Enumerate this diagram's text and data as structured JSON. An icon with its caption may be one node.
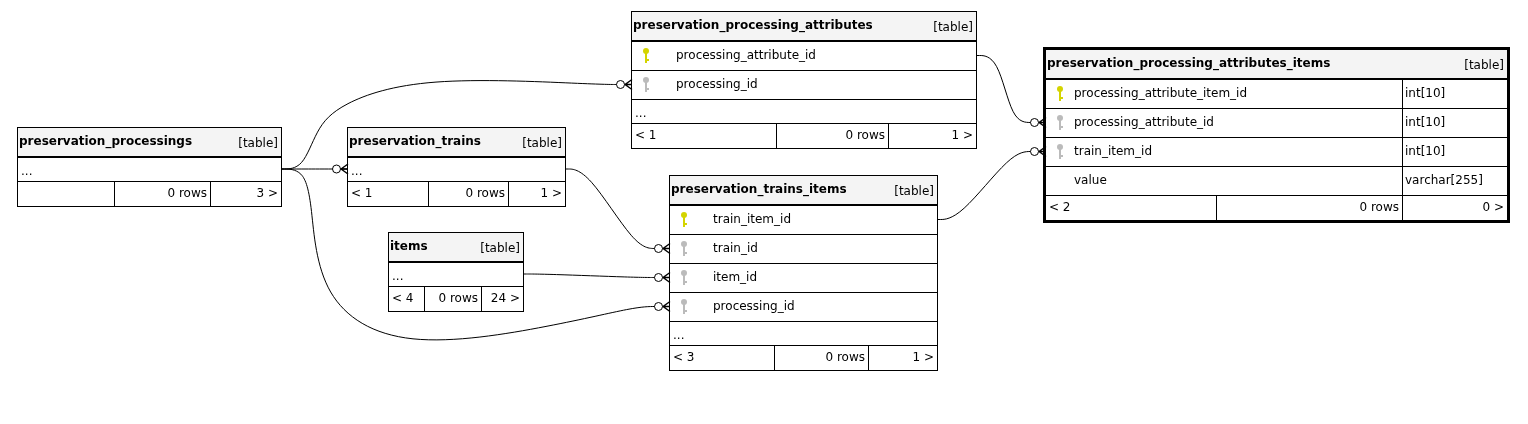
{
  "diagram": {
    "nodes": [
      {
        "text": [
          "preservation_processings",
          "[table]"
        ]
      },
      {
        "text": [
          "..."
        ],
        "in": 0
      },
      {
        "text": [
          "0 rows",
          "3 >"
        ],
        "in": 0
      },
      {
        "text": [
          "preservation_trains",
          "[table]"
        ]
      },
      {
        "text": [
          "..."
        ],
        "in": 3
      },
      {
        "text": [
          "< 1",
          "0 rows",
          "1 >"
        ],
        "in": 3
      },
      {
        "text": [
          "items",
          "[table]"
        ]
      },
      {
        "text": [
          "..."
        ],
        "in": 6
      },
      {
        "text": [
          "< 4",
          "0 rows",
          "24 >"
        ],
        "in": 6
      },
      {
        "text": [
          "preservation_processing_attributes",
          "[table]"
        ]
      },
      {
        "text": [
          "processing_attribute_id"
        ],
        "in": 9
      },
      {
        "text": [
          "processing_id"
        ],
        "in": 9
      },
      {
        "text": [
          "..."
        ],
        "in": 9
      },
      {
        "text": [
          "< 1",
          "0 rows",
          "1 >"
        ],
        "in": 9
      },
      {
        "text": [
          "preservation_trains_items",
          "[table]"
        ]
      },
      {
        "text": [
          "train_item_id"
        ],
        "in": 14
      },
      {
        "text": [
          "train_id"
        ],
        "in": 14
      },
      {
        "text": [
          "item_id"
        ],
        "in": 14
      },
      {
        "text": [
          "processing_id"
        ],
        "in": 14
      },
      {
        "text": [
          "..."
        ],
        "in": 14
      },
      {
        "text": [
          "< 3",
          "0 rows",
          "1 >"
        ],
        "in": 14
      },
      {
        "text": [
          "preservation_processing_attributes_items",
          "[table]"
        ]
      },
      {
        "text": [
          "processing_attribute_item_id",
          "int[10]"
        ],
        "in": 21
      },
      {
        "text": [
          "processing_attribute_id",
          "int[10]"
        ],
        "in": 21
      },
      {
        "text": [
          "train_item_id",
          "int[10]"
        ],
        "in": 21
      },
      {
        "text": [
          "value",
          "varchar[255]"
        ],
        "in": 21
      },
      {
        "text": [
          "< 2",
          "0 rows",
          "0 >"
        ],
        "in": 21
      }
    ],
    "edges": [
      {
        "from": 1,
        "to": 11,
        "arrow": "other"
      },
      {
        "from": 1,
        "to": 4,
        "arrow": "other"
      },
      {
        "from": 1,
        "to": 18,
        "arrow": "other"
      },
      {
        "from": 10,
        "to": 23,
        "arrow": "other"
      },
      {
        "from": 4,
        "to": 16,
        "arrow": "other"
      },
      {
        "from": 7,
        "to": 17,
        "arrow": "other"
      },
      {
        "from": 15,
        "to": 24,
        "arrow": "other"
      }
    ]
  }
}
